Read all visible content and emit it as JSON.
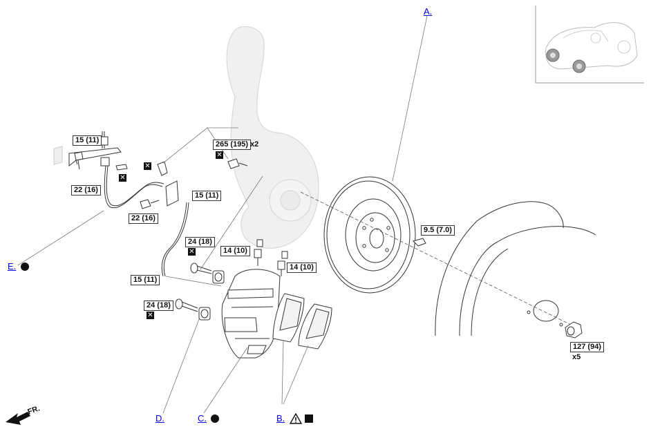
{
  "callouts": {
    "a": "A.",
    "b": "B.",
    "c": "C.",
    "d": "D.",
    "e": "E."
  },
  "torque_specs": {
    "hose_upper": "15 (11)",
    "bracket_bolt_left": "22 (16)",
    "bracket_bolt_center": "22 (16)",
    "line_fitting_upper": "15 (11)",
    "line_fitting_lower": "15 (11)",
    "caliper_bolt_upper": "24 (18)",
    "caliper_bolt_lower": "24 (18)",
    "bleeder_left": "14 (10)",
    "bleeder_right": "14 (10)",
    "knuckle_bolt": "265 (195)",
    "rotor_screw": "9.5 (7.0)",
    "wheel_nut": "127 (94)"
  },
  "quantities": {
    "knuckle_bolt": "x2",
    "wheel_nut": "x5"
  },
  "front_indicator": "FR.",
  "icons": {
    "replace_part": "x-box-icon",
    "apply_fluid": "filled-circle-icon",
    "caution": "warning-triangle-icon",
    "grease": "filled-square-icon"
  }
}
